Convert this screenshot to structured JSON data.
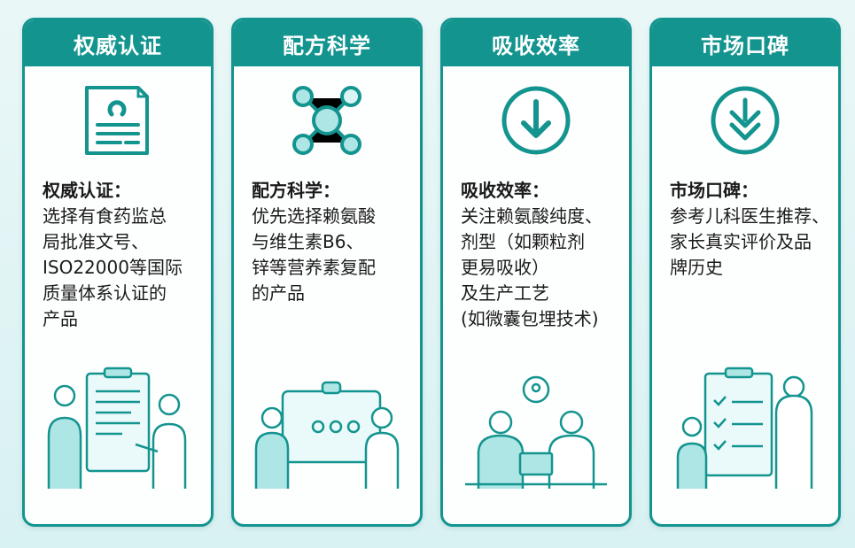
{
  "cards": [
    {
      "header": "权威认证",
      "icon": "certificate-document-icon",
      "title": "权威认证：",
      "lines": [
        "选择有食药监总",
        "局批准文号、",
        "ISO22000等国际",
        "质量体系认证的",
        "产品"
      ],
      "illustration": "doctors-reviewing-document"
    },
    {
      "header": "配方科学",
      "icon": "molecule-icon",
      "title": "配方科学：",
      "lines": [
        "优先选择赖氨酸",
        "与维生素B6、",
        "锌等营养素复配",
        "的产品"
      ],
      "illustration": "scientists-at-board"
    },
    {
      "header": "吸收效率",
      "icon": "download-arrow-circle-icon",
      "title": "吸收效率：",
      "lines": [
        "关注赖氨酸纯度、",
        "剂型（如颗粒剂",
        "更易吸收）",
        "及生产工艺",
        "(如微囊包埋技术)"
      ],
      "illustration": "consultation-with-laptop"
    },
    {
      "header": "市场口碑",
      "icon": "chevrons-down-circle-icon",
      "title": "市场口碑：",
      "lines": [
        "参考儿科医生推荐、",
        "家长真实评价及品",
        "牌历史"
      ],
      "illustration": "doctor-with-checklist"
    }
  ],
  "colors": {
    "accent": "#13948f",
    "light": "#aee6e6"
  }
}
